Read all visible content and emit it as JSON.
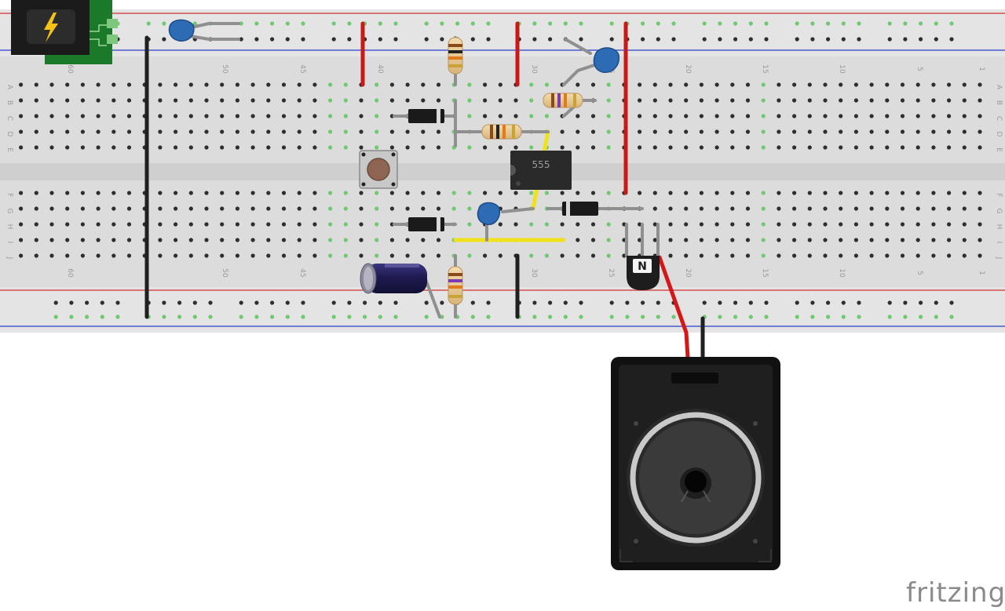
{
  "breadboard": {
    "row_letters_top": [
      "A",
      "B",
      "C",
      "D",
      "E"
    ],
    "row_letters_bottom": [
      "F",
      "G",
      "H",
      "I",
      "J"
    ],
    "column_numbers": [
      "60",
      "50",
      "45",
      "40",
      "30",
      "25",
      "20",
      "15",
      "10",
      "5",
      "1"
    ]
  },
  "components": {
    "ic_label": "555",
    "transistor_label": "N"
  },
  "brand": "fritzing"
}
